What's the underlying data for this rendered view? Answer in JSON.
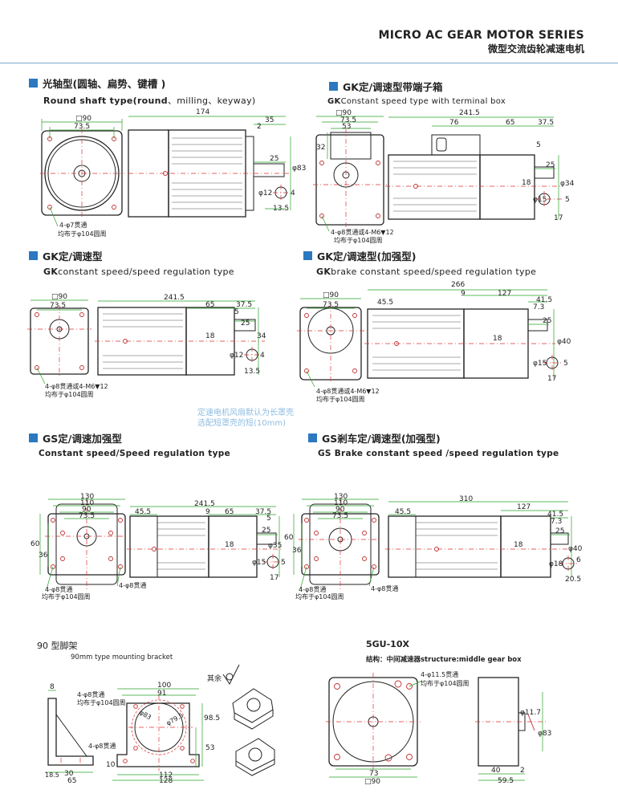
{
  "header": {
    "title_en": "MICRO AC GEAR MOTOR SERIES",
    "title_cn": "微型交流齿轮减速电机"
  },
  "sections": {
    "round": {
      "title_cn": "光轴型(圆轴、扁势、键槽 )",
      "title_en_bold": "Round shaft type(round",
      "title_en_rest": "、milling、keyway)"
    },
    "gk_terminal": {
      "title_cn": "GK定/调速型带端子箱",
      "sub_bold": "GK",
      "sub_rest": "Constant speed type with terminal box"
    },
    "gk": {
      "title_cn": "GK定/调速型",
      "sub_bold": "GK",
      "sub_rest": "constant speed/speed regulation type"
    },
    "gk_brake": {
      "title_cn": "GK定/调速型(加强型)",
      "sub_bold": "GK",
      "sub_rest": "brake constant speed/speed regulation type"
    },
    "gs": {
      "title_cn": "GS定/调速加强型",
      "sub": "Constant speed/Speed regulation type"
    },
    "gs_brake": {
      "title_cn": "GS剎车定/调速型(加强型)",
      "sub": "GS Brake constant speed /speed regulation type"
    },
    "bracket": {
      "title_cn": "90 型脚架",
      "sub": "90mm type mounting bracket"
    },
    "gearbox": {
      "title": "5GU-10X",
      "sub": "结构：中间减速器structure:middle gear box"
    }
  },
  "note": {
    "line1": "定速电机风扇默认为长罩壳",
    "line2": "选配短罩壳的短(10mm)"
  },
  "dims": {
    "round": {
      "sq": "□90",
      "w": "73.5",
      "len": "174",
      "d35": "35",
      "d2": "2",
      "d25": "25",
      "phi83": "φ83",
      "phi12": "φ12",
      "d4": "4",
      "d135": "13.5",
      "hole1": "4-φ7贯通",
      "hole2": "均布于φ104圆周"
    },
    "gk_terminal": {
      "sq": "□90",
      "w1": "73.5",
      "w2": "53",
      "h32": "32",
      "len": "241.5",
      "d76": "76",
      "d65": "65",
      "d375": "37.5",
      "d5": "5",
      "d25": "25",
      "phi34": "φ34",
      "d18": "18",
      "phi15": "φ15",
      "d5b": "5",
      "d17": "17",
      "hole1": "4-φ8贯通或4-M6▼12",
      "hole2": "均布于φ104圆周"
    },
    "gk": {
      "sq": "□90",
      "w": "73.5",
      "len": "241.5",
      "d65": "65",
      "d375": "37.5",
      "d5": "5",
      "d25": "25",
      "d34": "34",
      "d18": "18",
      "phi12": "φ12",
      "d4": "4",
      "d135": "13.5",
      "hole1": "4-φ8贯通或4-M6▼12",
      "hole2": "均布于φ104圆周"
    },
    "gk_brake": {
      "sq": "□90",
      "w": "73.5",
      "len": "266",
      "d9": "9",
      "d127": "127",
      "d455": "45.5",
      "d415": "41.5",
      "d73": "7.3",
      "d25": "25",
      "phi40": "φ40",
      "d18": "18",
      "phi15": "φ15",
      "d5": "5",
      "d17": "17",
      "hole1": "4-φ8贯通或4-M6▼12",
      "hole2": "均布于φ104圆周"
    },
    "gs": {
      "w130": "130",
      "w110": "110",
      "w90": "90",
      "w735": "73.5",
      "h60": "60",
      "h36": "36",
      "len": "241.5",
      "d455": "45.5",
      "d9": "9",
      "d65": "65",
      "d375": "37.5",
      "d5": "5",
      "d25": "25",
      "d18": "18",
      "phi35": "φ35",
      "phi15": "φ15",
      "d5b": "5",
      "d17": "17",
      "hole1": "4-φ8贯通",
      "hole2": "均布于φ104圆周",
      "hole3": "4-φ8贯通"
    },
    "gs_brake": {
      "w130": "130",
      "w110": "110",
      "w90": "90",
      "w735": "73.5",
      "h60": "60",
      "h36": "36",
      "len": "310",
      "d455": "45.5",
      "d127": "127",
      "d415": "41.5",
      "d73": "7.3",
      "d25": "25",
      "d18": "18",
      "phi40": "φ40",
      "phi18": "φ18",
      "d6": "6",
      "d205": "20.5",
      "hole1": "4-φ8贯通",
      "hole2": "均布于φ104圆周",
      "hole3": "4-φ8贯通"
    },
    "bracket": {
      "d8": "8",
      "hole1": "4-φ8贯通",
      "hole2": "均布于φ104圆周",
      "hole3": "4-φ8贯通",
      "d185": "18.5",
      "d30": "30",
      "d65": "65",
      "d10": "10",
      "w100": "100",
      "w91": "91",
      "d985": "98.5",
      "d53": "53",
      "w112": "112",
      "w128": "128",
      "rest": "其余",
      "phi83": "φ83",
      "phi795": "φ79.5"
    },
    "gearbox": {
      "hole1": "4-φ11.5贯通",
      "hole2": "均布于φ104圆周",
      "d73": "73",
      "sq": "□90",
      "phi117": "φ11.7",
      "phi83": "φ83",
      "d40": "40",
      "d2": "2",
      "d595": "59.5"
    }
  }
}
